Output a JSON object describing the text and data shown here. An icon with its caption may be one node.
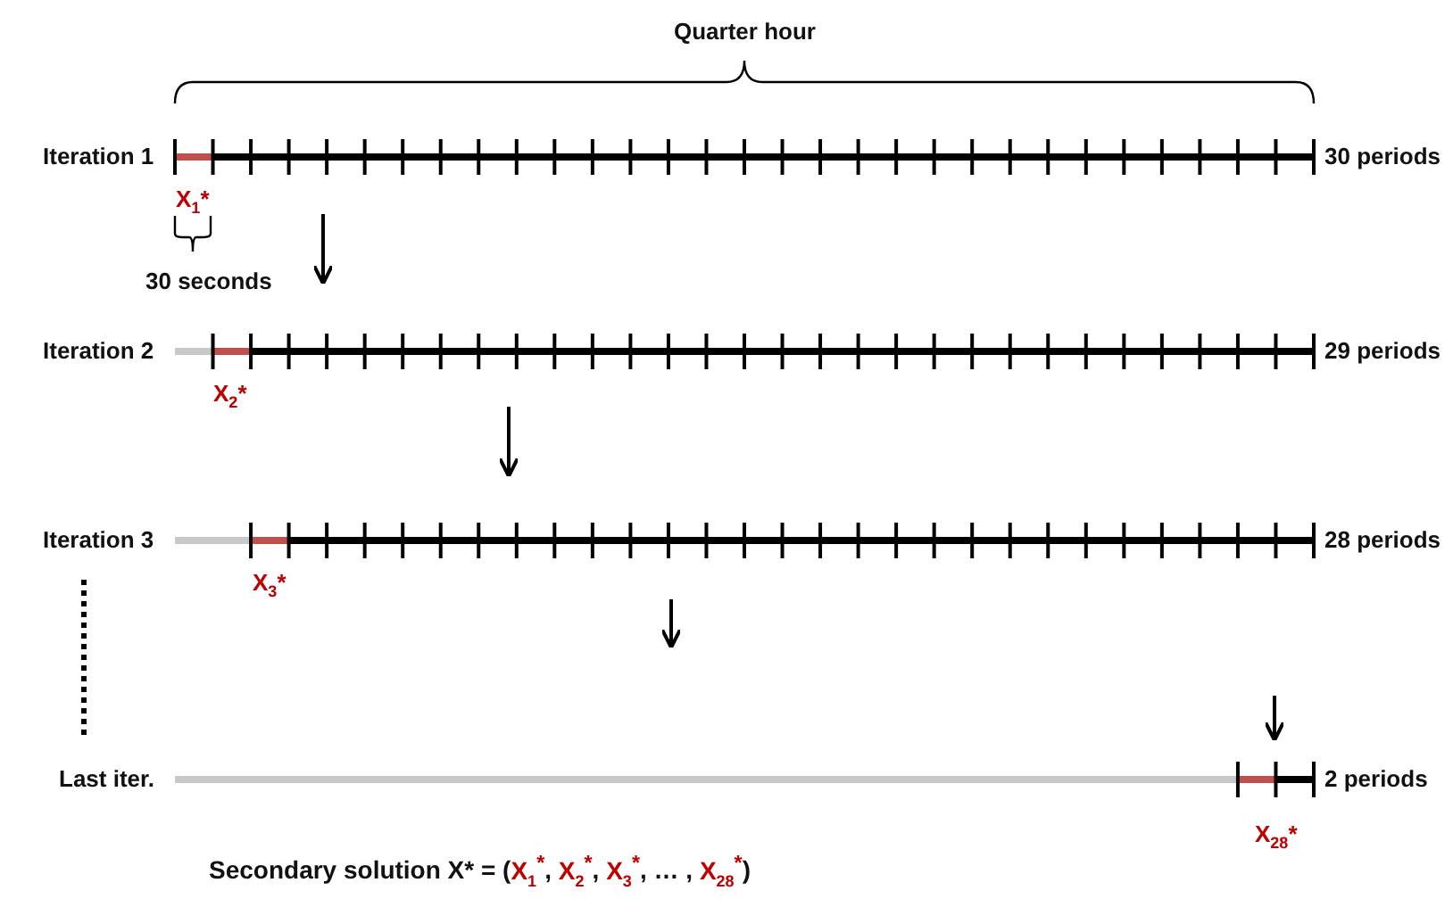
{
  "diagram": {
    "labels": [
      "Quarter hour",
      "Iteration 1",
      "30 periods",
      "X$_{1}$*",
      "30 seconds",
      "Iteration 2",
      "29 periods",
      "X$_{2}$*",
      "Iteration 3",
      "28 periods",
      "X$_{3}$*",
      "Last iter.",
      "2 periods",
      "X$_{28}$*",
      "Secondary solution  X* = (X$_{1}$$^{*}$, X$_{2}$$^{*}$, X$_{3}$$^{*}$, … , X$_{28}$$^{*}$)"
    ]
  }
}
